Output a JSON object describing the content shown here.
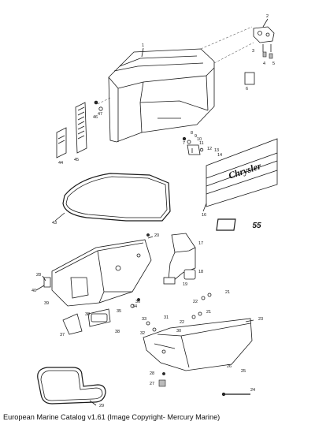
{
  "caption": "European Marine Catalog v1.61 (Image Copyright- Mercury Marine)",
  "logo": {
    "brand_text": "Chrysler",
    "badge_text": "55"
  },
  "callouts": [
    "1",
    "2",
    "3",
    "4",
    "5",
    "6",
    "7",
    "8",
    "9",
    "10",
    "11",
    "12",
    "13",
    "14",
    "16",
    "17",
    "18",
    "19",
    "20",
    "21",
    "22",
    "23",
    "24",
    "25",
    "26",
    "27",
    "28",
    "29",
    "30",
    "31",
    "32",
    "33",
    "34",
    "35",
    "36",
    "37",
    "38",
    "39",
    "40",
    "43",
    "44",
    "45",
    "46",
    "47"
  ],
  "colors": {
    "line": "#1a1a1a",
    "background": "#ffffff"
  }
}
